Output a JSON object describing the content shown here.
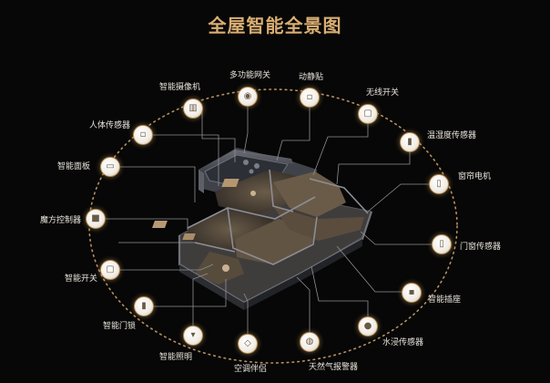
{
  "title": "全屋智能全景图",
  "colors": {
    "accent": "#d8ad72",
    "ring": "#b68a4c",
    "background": "#070707"
  },
  "devices": [
    {
      "name": "多功能网关",
      "icon": "gateway-icon"
    },
    {
      "name": "动静贴",
      "icon": "sensor-sticker-icon"
    },
    {
      "name": "无线开关",
      "icon": "switch-icon"
    },
    {
      "name": "温湿度传感器",
      "icon": "thermometer-icon"
    },
    {
      "name": "窗帘电机",
      "icon": "curtain-motor-icon"
    },
    {
      "name": "门窗传感器",
      "icon": "door-window-sensor-icon"
    },
    {
      "name": "智能插座",
      "icon": "socket-icon"
    },
    {
      "name": "水浸传感器",
      "icon": "water-sensor-icon"
    },
    {
      "name": "天然气报警器",
      "icon": "gas-alarm-icon"
    },
    {
      "name": "空调伴侣",
      "icon": "ac-companion-icon"
    },
    {
      "name": "智能照明",
      "icon": "lightbulb-icon"
    },
    {
      "name": "智能门锁",
      "icon": "door-lock-icon"
    },
    {
      "name": "智能开关",
      "icon": "wall-switch-icon"
    },
    {
      "name": "魔方控制器",
      "icon": "cube-controller-icon"
    },
    {
      "name": "智能面板",
      "icon": "panel-icon"
    },
    {
      "name": "人体传感器",
      "icon": "motion-sensor-icon"
    },
    {
      "name": "智能摄像机",
      "icon": "camera-icon"
    }
  ]
}
